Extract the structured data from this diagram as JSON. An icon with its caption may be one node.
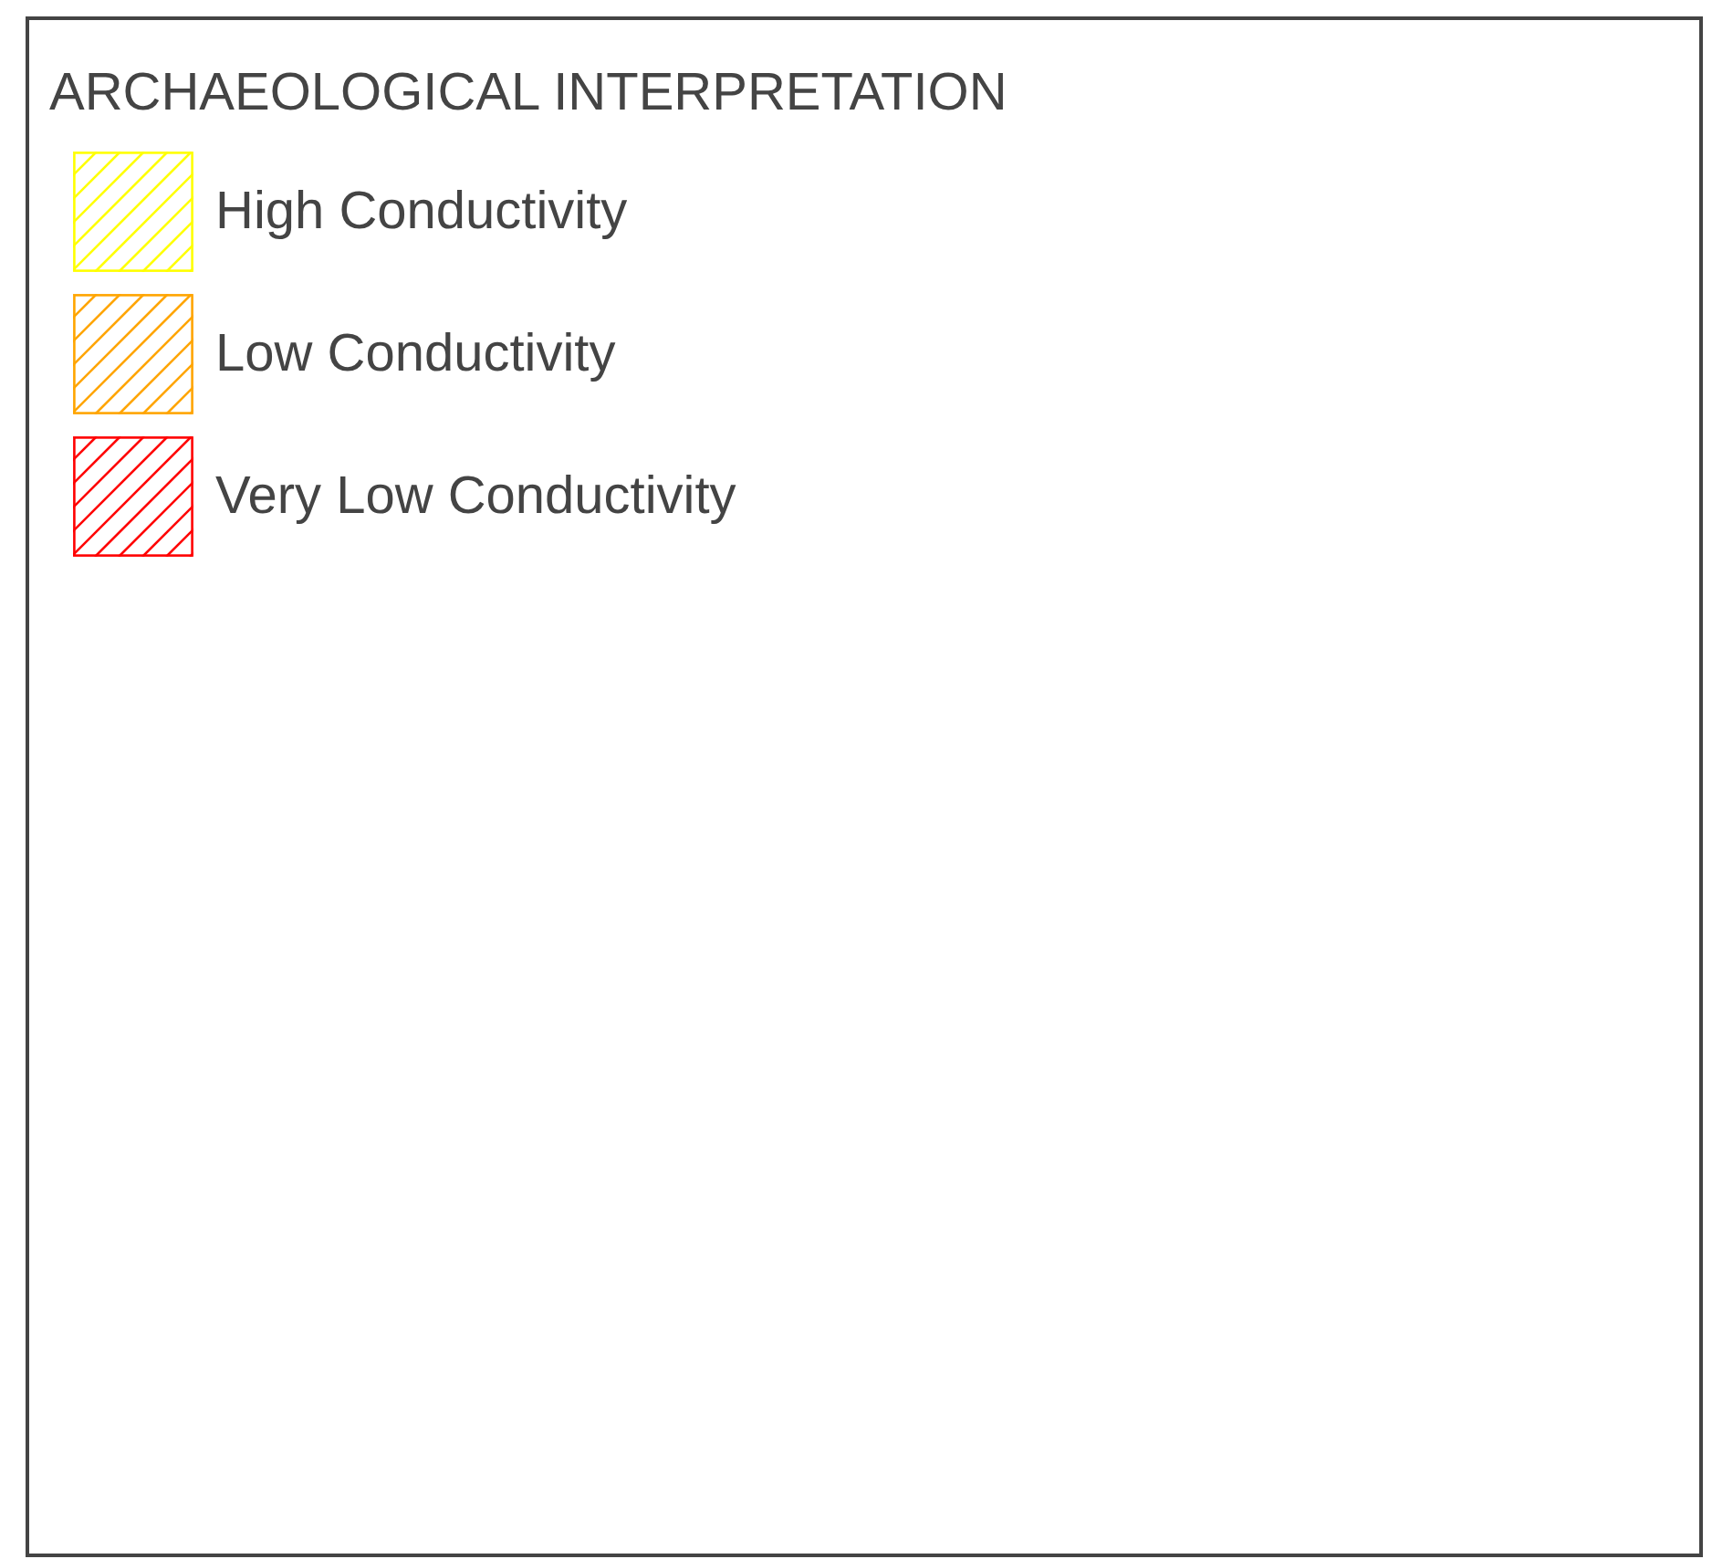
{
  "diagram": {
    "title": "ARCHAEOLOGICAL INTERPRETATION",
    "legend": [
      {
        "text": "High Conductivity",
        "color": "#ffff00"
      },
      {
        "text": "Low Conductivity",
        "color": "#ffa500"
      },
      {
        "text": "Very Low Conductivity",
        "color": "#ff0000"
      }
    ]
  }
}
